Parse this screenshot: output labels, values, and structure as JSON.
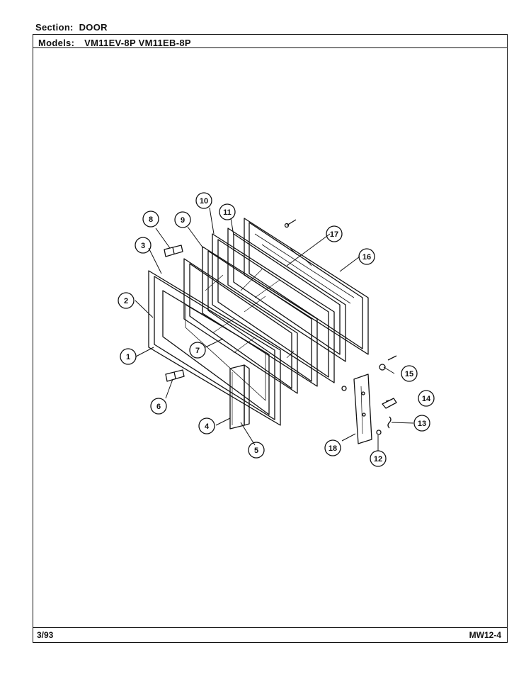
{
  "header": {
    "section_label": "Section:",
    "section_value": "DOOR",
    "models_label": "Models:",
    "models_value": "VM11EV-8P  VM11EB-8P"
  },
  "footer": {
    "date": "3/93",
    "code": "MW12-4"
  },
  "callouts": [
    "1",
    "2",
    "3",
    "4",
    "5",
    "6",
    "7",
    "8",
    "9",
    "10",
    "11",
    "12",
    "13",
    "14",
    "15",
    "16",
    "17",
    "18"
  ]
}
